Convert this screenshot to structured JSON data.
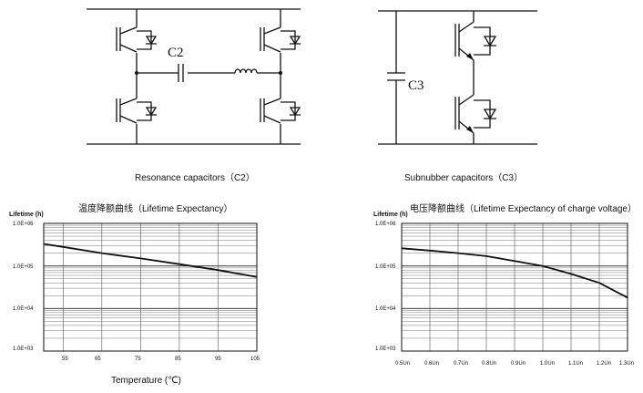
{
  "circuits": {
    "left": {
      "caption": "Resonance capacitors（C2）",
      "cap_label": "C2"
    },
    "right": {
      "caption": "Subnubber capacitors（C3）",
      "cap_label": "C3"
    }
  },
  "chart_data": [
    {
      "type": "line",
      "title": "温度降额曲线（Lifetime Expectancy）",
      "ylabel": "Lifetime (h)",
      "xlabel": "Temperature (℃)",
      "y_scale": "log",
      "yticks": [
        "1.0E+06",
        "1.0E+05",
        "1.0E+04",
        "1.0E+03"
      ],
      "xticks": [
        "55",
        "65",
        "75",
        "85",
        "95",
        "105"
      ],
      "x": [
        50,
        55,
        65,
        75,
        85,
        95,
        105
      ],
      "y": [
        330000,
        280000,
        200000,
        150000,
        110000,
        80000,
        55000
      ],
      "xlim": [
        50,
        105
      ],
      "ylim": [
        1000,
        1000000
      ]
    },
    {
      "type": "line",
      "title": "电压降额曲线（Lifetime Expectancy of charge voltage）",
      "ylabel": "Lifetime (h)",
      "xlabel": "",
      "y_scale": "log",
      "yticks": [
        "1.0E+06",
        "1.0E+05",
        "1.0E+04",
        "1.0E+03"
      ],
      "xticks": [
        "0.5Un",
        "0.6Un",
        "0.7Un",
        "0.8Un",
        "0.9Un",
        "1.0Un",
        "1.1Un",
        "1.2Un",
        "1.3Un"
      ],
      "x": [
        0.5,
        0.6,
        0.7,
        0.8,
        0.9,
        1.0,
        1.1,
        1.2,
        1.3
      ],
      "y": [
        260000,
        230000,
        200000,
        170000,
        130000,
        100000,
        65000,
        40000,
        18000
      ],
      "xlim": [
        0.5,
        1.3
      ],
      "ylim": [
        1000,
        1000000
      ]
    }
  ]
}
